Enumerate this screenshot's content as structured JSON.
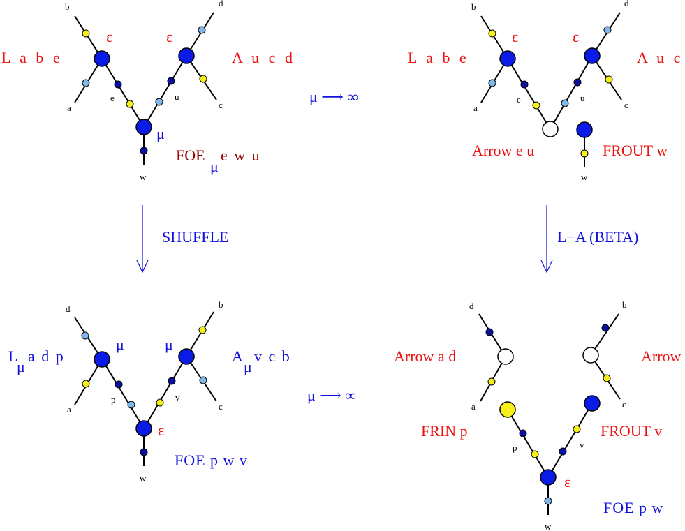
{
  "colors": {
    "blue_node": "#0a1be8",
    "dark_blue_node": "#0a0fa0",
    "light_blue_node": "#7fb7e8",
    "yellow_node": "#f6ef1a",
    "white_node": "#ffffff",
    "red_text": "#ee1111",
    "dark_red_text": "#990000",
    "blue_text": "#1111dd"
  },
  "panels": {
    "top_left": {
      "left_label": "L a b e",
      "right_label": "A u c d",
      "eps_left": "ε",
      "eps_right": "ε",
      "mu": "μ",
      "foe_main": "FOE",
      "foe_sub": "μ",
      "foe_rest": "e  w  u",
      "leaves": {
        "b": "b",
        "d": "d",
        "a": "a",
        "c": "c",
        "e": "e",
        "u": "u",
        "w": "w"
      }
    },
    "top_right": {
      "left_label": "L a b e",
      "right_label": "A u c",
      "eps_left": "ε",
      "eps_right": "ε",
      "arrow_label": "Arrow e  u",
      "frout_label": "FROUT w",
      "leaves": {
        "b": "b",
        "d": "d",
        "a": "a",
        "c": "c",
        "e": "e",
        "u": "u",
        "w": "w"
      }
    },
    "bottom_left": {
      "left_main": "L",
      "left_sub": "μ",
      "left_rest": "a  d  p",
      "right_main": "A",
      "right_sub": "μ",
      "right_rest": "v  c  b",
      "mu_left": "μ",
      "mu_right": "μ",
      "eps": "ε",
      "foe_label": "FOE  p  w  v",
      "leaves": {
        "d": "d",
        "b": "b",
        "a": "a",
        "c": "c",
        "p": "p",
        "v": "v",
        "w": "w"
      }
    },
    "bottom_right": {
      "arrow_left": "Arrow a  d",
      "arrow_right": "Arrow",
      "frin_label": "FRIN p",
      "frout_label": "FROUT v",
      "eps": "ε",
      "foe_label": "FOE  p  w",
      "leaves": {
        "d": "d",
        "b": "b",
        "a": "a",
        "c": "c",
        "p": "p",
        "v": "v",
        "w": "w"
      }
    }
  },
  "transitions": {
    "limit_top": "μ ⟶ ∞",
    "limit_bottom": "μ ⟶ ∞",
    "shuffle": "SHUFFLE",
    "la_beta": "L−A (BETA)"
  }
}
